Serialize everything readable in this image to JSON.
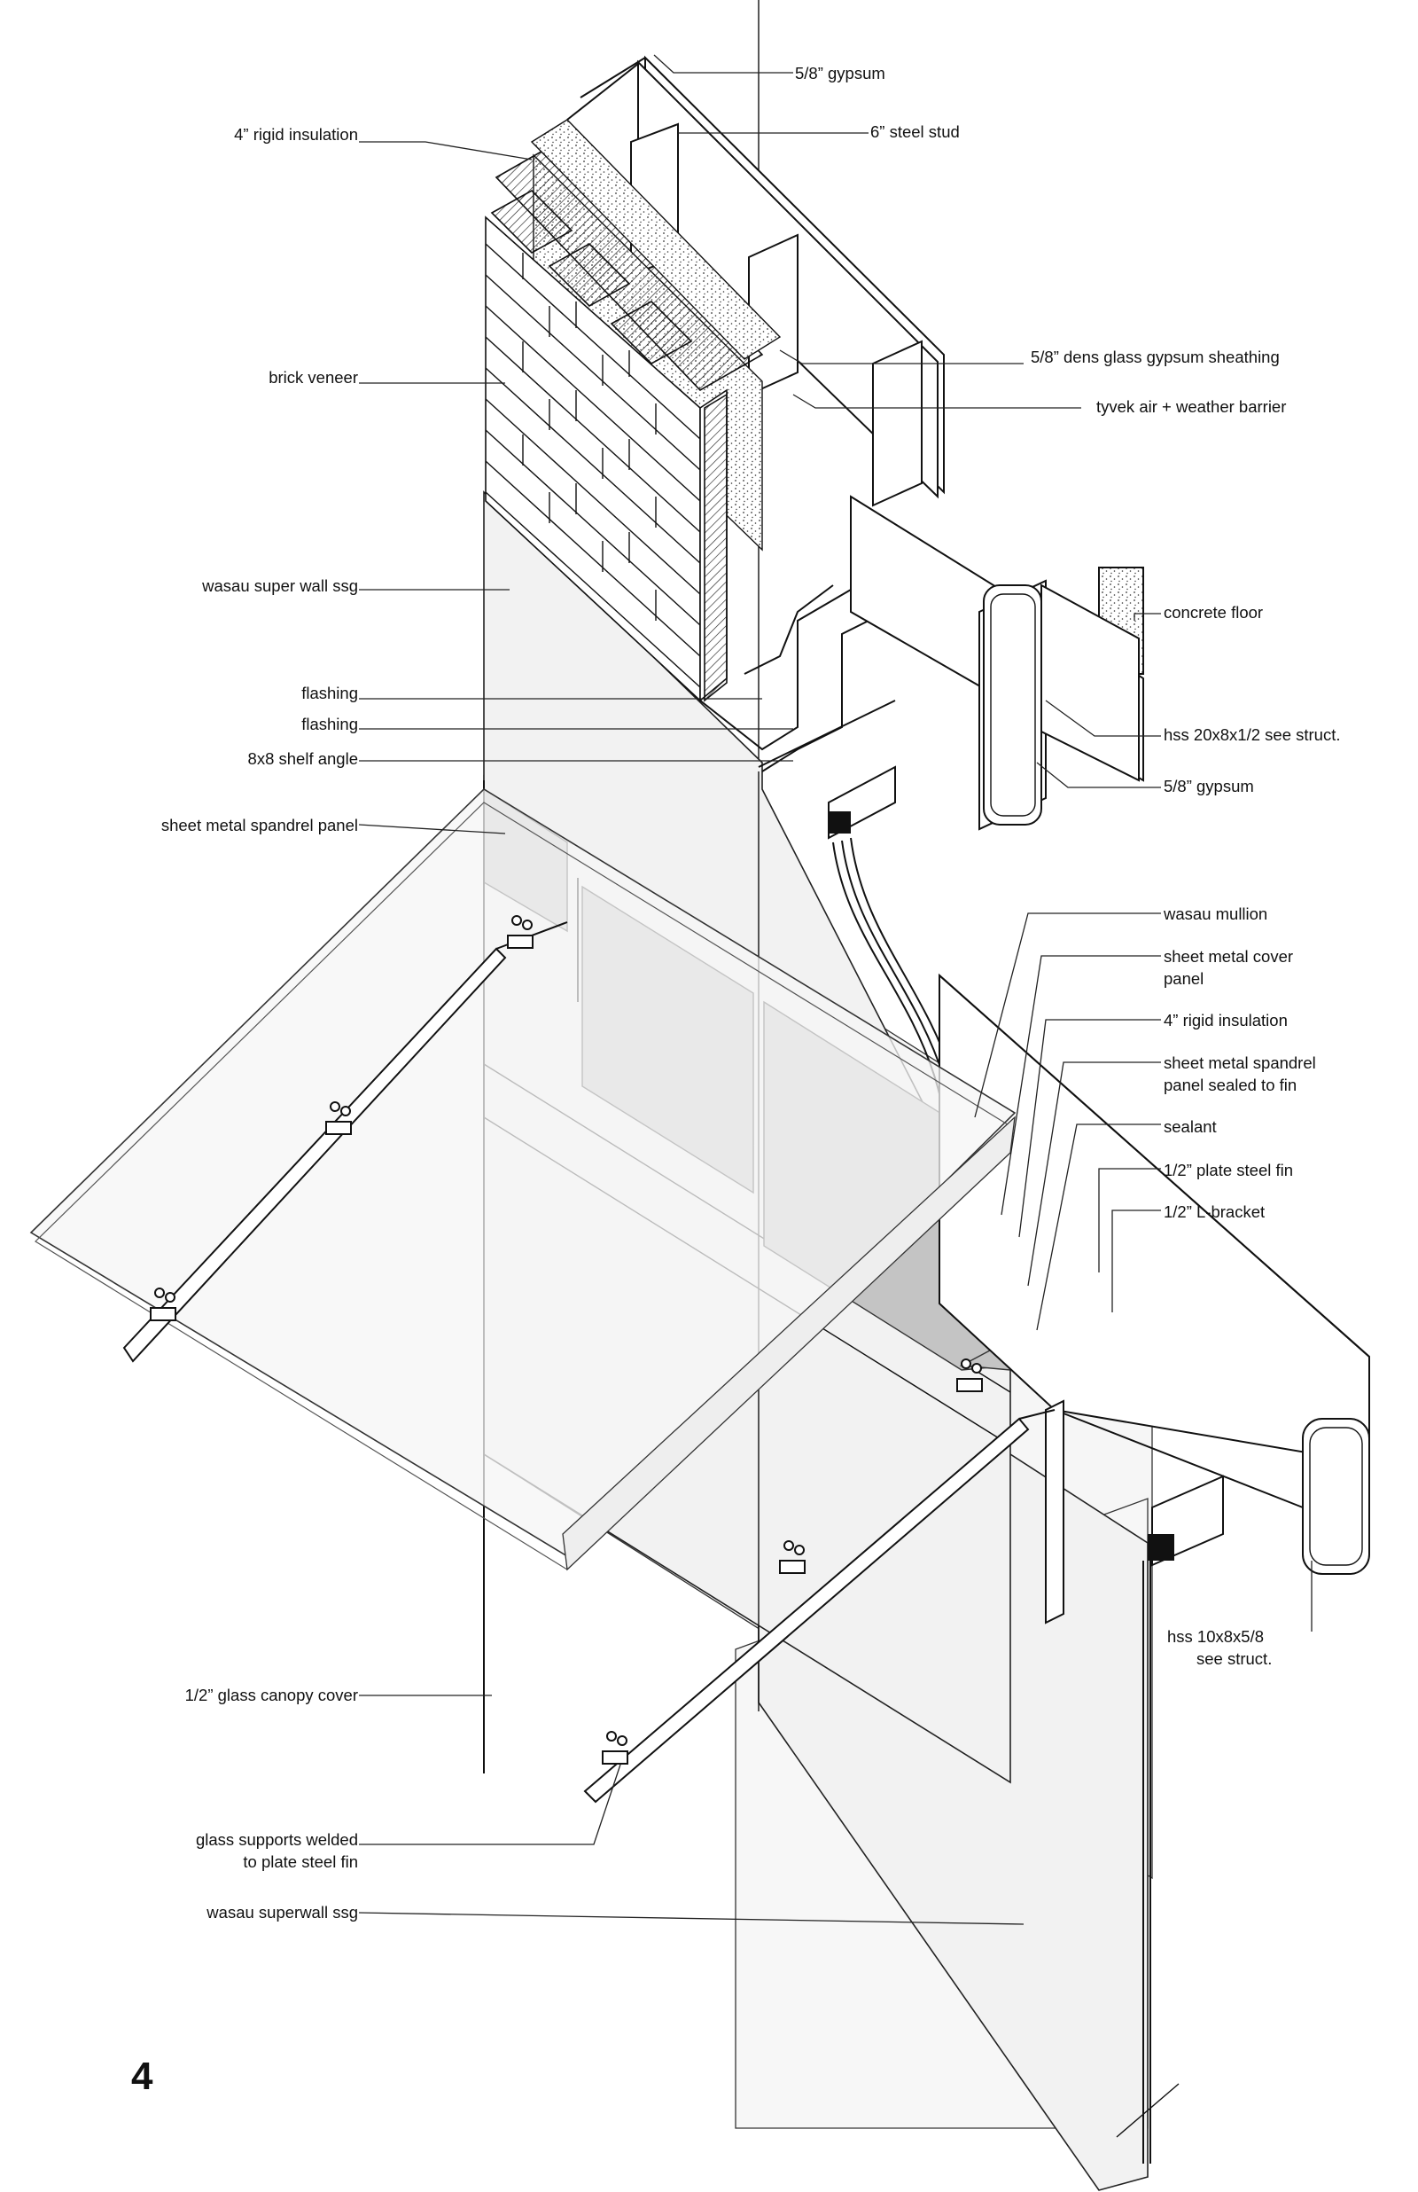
{
  "drawing_number": "4",
  "labels": {
    "gypsum_top": "5/8” gypsum",
    "steel_stud": "6” steel stud",
    "rigid_insulation_top": "4” rigid insulation",
    "dens_glass": "5/8” dens glass gypsum sheathing",
    "tyvek": "tyvek air + weather barrier",
    "brick_veneer": "brick veneer",
    "wasau_super_wall": "wasau super wall ssg",
    "concrete_floor": "concrete floor",
    "flashing_1": "flashing",
    "flashing_2": "flashing",
    "shelf_angle": "8x8 shelf angle",
    "hss_20": "hss 20x8x1/2 see struct.",
    "gypsum_bottom": "5/8” gypsum",
    "spandrel_panel": "sheet metal spandrel panel",
    "wasau_mullion": "wasau mullion",
    "cover_panel_l1": "sheet metal cover",
    "cover_panel_l2": "panel",
    "rigid_insulation_mid": "4” rigid insulation",
    "spandrel_sealed_l1": "sheet metal spandrel",
    "spandrel_sealed_l2": "panel sealed to fin",
    "sealant": "sealant",
    "plate_fin": "1/2” plate steel fin",
    "l_bracket": "1/2” L-bracket",
    "hss_10_l1": "hss 10x8x5/8",
    "hss_10_l2": "see struct.",
    "glass_canopy": "1/2” glass canopy cover",
    "glass_supports_l1": "glass supports welded",
    "glass_supports_l2": "to plate steel fin",
    "wasau_superwall": "wasau superwall ssg"
  }
}
